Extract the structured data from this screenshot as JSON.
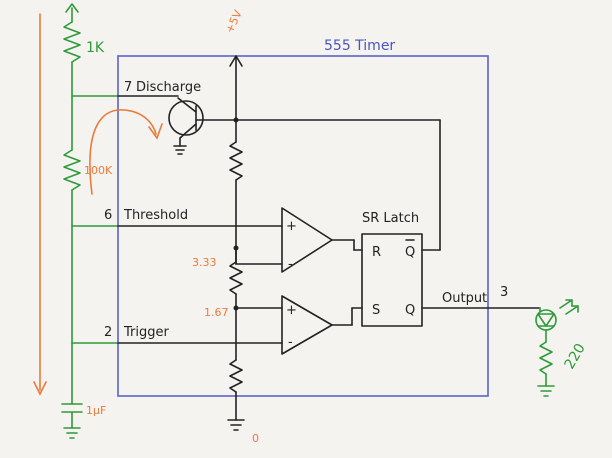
{
  "diagram": {
    "title": "555 Timer",
    "labels": {
      "vcc": "+5V",
      "ground": "0",
      "r1": "1K",
      "r2": "100K",
      "cap": "1µF",
      "r_led": "220",
      "v_upper": "3.33",
      "v_lower": "1.67",
      "latch": "SR Latch",
      "latch_r": "R",
      "latch_s": "S",
      "latch_qbar": "Q",
      "latch_q": "Q",
      "comp_plus": "+",
      "comp_minus": "-"
    },
    "pins": [
      {
        "number": "7",
        "name": "Discharge"
      },
      {
        "number": "6",
        "name": "Threshold"
      },
      {
        "number": "2",
        "name": "Trigger"
      },
      {
        "number": "3",
        "name": "Output"
      }
    ],
    "colors": {
      "ink": "#222222",
      "chip_border": "#5a63c8",
      "external_circuit": "#2f9a3a",
      "current_arrows": "#ea7b3b",
      "background": "#f4f3f0"
    }
  }
}
